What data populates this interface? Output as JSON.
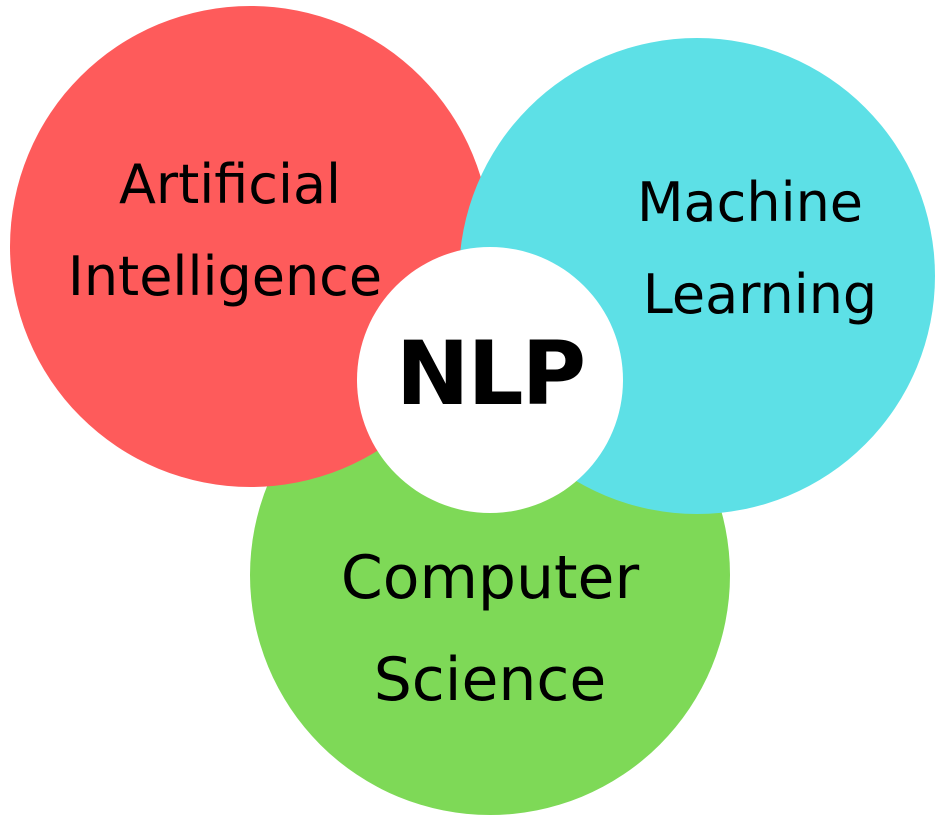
{
  "diagram": {
    "type": "overlapping-circles",
    "center": {
      "label": "NLP",
      "color": "#ffffff"
    },
    "circles": [
      {
        "id": "ai",
        "lines": [
          "Artificial",
          "Intelligence"
        ],
        "color": "#fe5b5b"
      },
      {
        "id": "ml",
        "lines": [
          "Machine",
          "Learning"
        ],
        "color": "#5de0e6"
      },
      {
        "id": "cs",
        "lines": [
          "Computer",
          "Science"
        ],
        "color": "#7ed957"
      }
    ]
  }
}
